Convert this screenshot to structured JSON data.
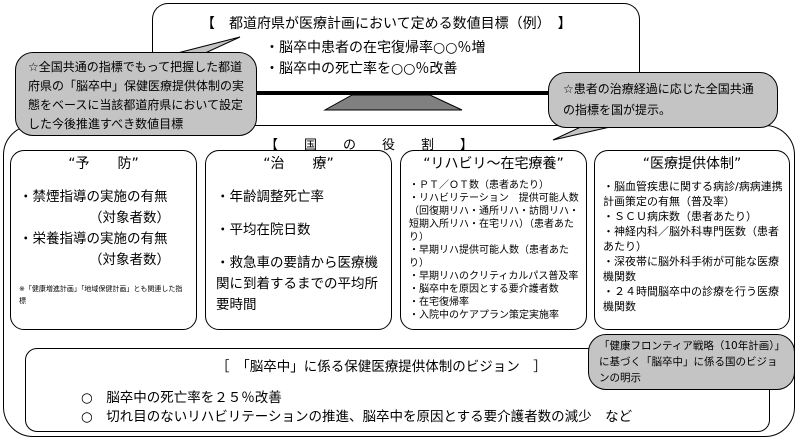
{
  "top_box": {
    "title": "【　都道府県が医療計画において定める数値目標（例）　】",
    "items": [
      "・脳卒中患者の在宅復帰率○○％増",
      "・脳卒中の死亡率を○○％改善"
    ]
  },
  "callout_left": "☆全国共通の指標でもって把握した都道府県の「脳卒中」保健医療提供体制の実態をベースに当該都道府県において設定した今後推進すべき数値目標",
  "callout_right": "☆患者の治療経過に応じた全国共通の指標を国が提示。",
  "national_role": "【　　国　　の　　役　　割　　】",
  "columns": [
    {
      "title": "“予　　防”",
      "items": [
        "・禁煙指導の実施の有無",
        "（対象者数）",
        "・栄養指導の実施の有無",
        "（対象者数）"
      ],
      "note": "※「健康増進計画」「地域保健計画」とも関連した指標"
    },
    {
      "title": "“治　　療”",
      "items": [
        "・年齢調整死亡率",
        "・平均在院日数",
        "・救急車の要請から医療機関に到着するまでの平均所要時間"
      ]
    },
    {
      "title": "“リハビリ～在宅療養”",
      "items": [
        "・ＰＴ／ＯＴ数（患者あたり）",
        "・リハビリテーション　提供可能人数（回復期リハ・通所リハ・訪問リハ・短期入所リハ・在宅リハ）（患者あたり）",
        "・早期リハ提供可能人数（患者あたり）",
        "・早期リハのクリティカルパス普及率",
        "・脳卒中を原因とする要介護者数",
        "・在宅復帰率",
        "・入院中のケアプラン策定実施率"
      ]
    },
    {
      "title": "“医療提供体制”",
      "items": [
        "・脳血管疾患に関する病診/病病連携計画策定の有無（普及率）",
        "・ＳＣＵ病床数（患者あたり）",
        "・神経内科／脳外科専門医数（患者あたり）",
        "・深夜帯に脳外科手術が可能な医療機関数",
        "・２４時間脳卒中の診療を行う医療機関数"
      ]
    }
  ],
  "callout_bottom": "「健康フロンティア戦略（10年計画）」に基づく「脳卒中」に係る国のビジョンの明示",
  "vision": {
    "title": "［　「脳卒中」に係る保健医療提供体制のビジョン　］",
    "items": [
      "○　脳卒中の死亡率を２５％改善",
      "○　切れ目のないリハビリテーションの推進、脳卒中を原因とする要介護者数の減少　など"
    ]
  }
}
